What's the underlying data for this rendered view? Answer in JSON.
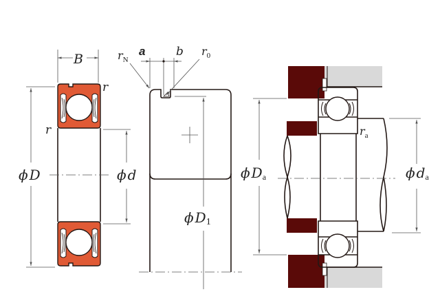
{
  "colors": {
    "bearing_section": "#e05a35",
    "housing_section": "#5a0a08",
    "housing_gray": "#d9d9d9",
    "line": "#231815",
    "dimension_line": "#555555"
  },
  "views": {
    "bearing_section": {
      "labels": {
        "B": "B",
        "r_top": "r",
        "r_side": "r",
        "phi_D": "ϕ",
        "D": "D",
        "phi_d": "ϕ",
        "d": "d"
      }
    },
    "snap_ring_groove_view": {
      "labels": {
        "rN_main": "r",
        "rN_sub": "N",
        "a": "a",
        "b": "b",
        "r0_main": "r",
        "r0_sub": "0",
        "phi_D1": "ϕ",
        "D1_main": "D",
        "D1_sub": "1"
      }
    },
    "mounting_view": {
      "labels": {
        "phi_Da": "ϕ",
        "Da_main": "D",
        "Da_sub": "a",
        "phi_da": "ϕ",
        "da_main": "d",
        "da_sub": "a",
        "ra_main": "r",
        "ra_sub": "a"
      }
    }
  }
}
